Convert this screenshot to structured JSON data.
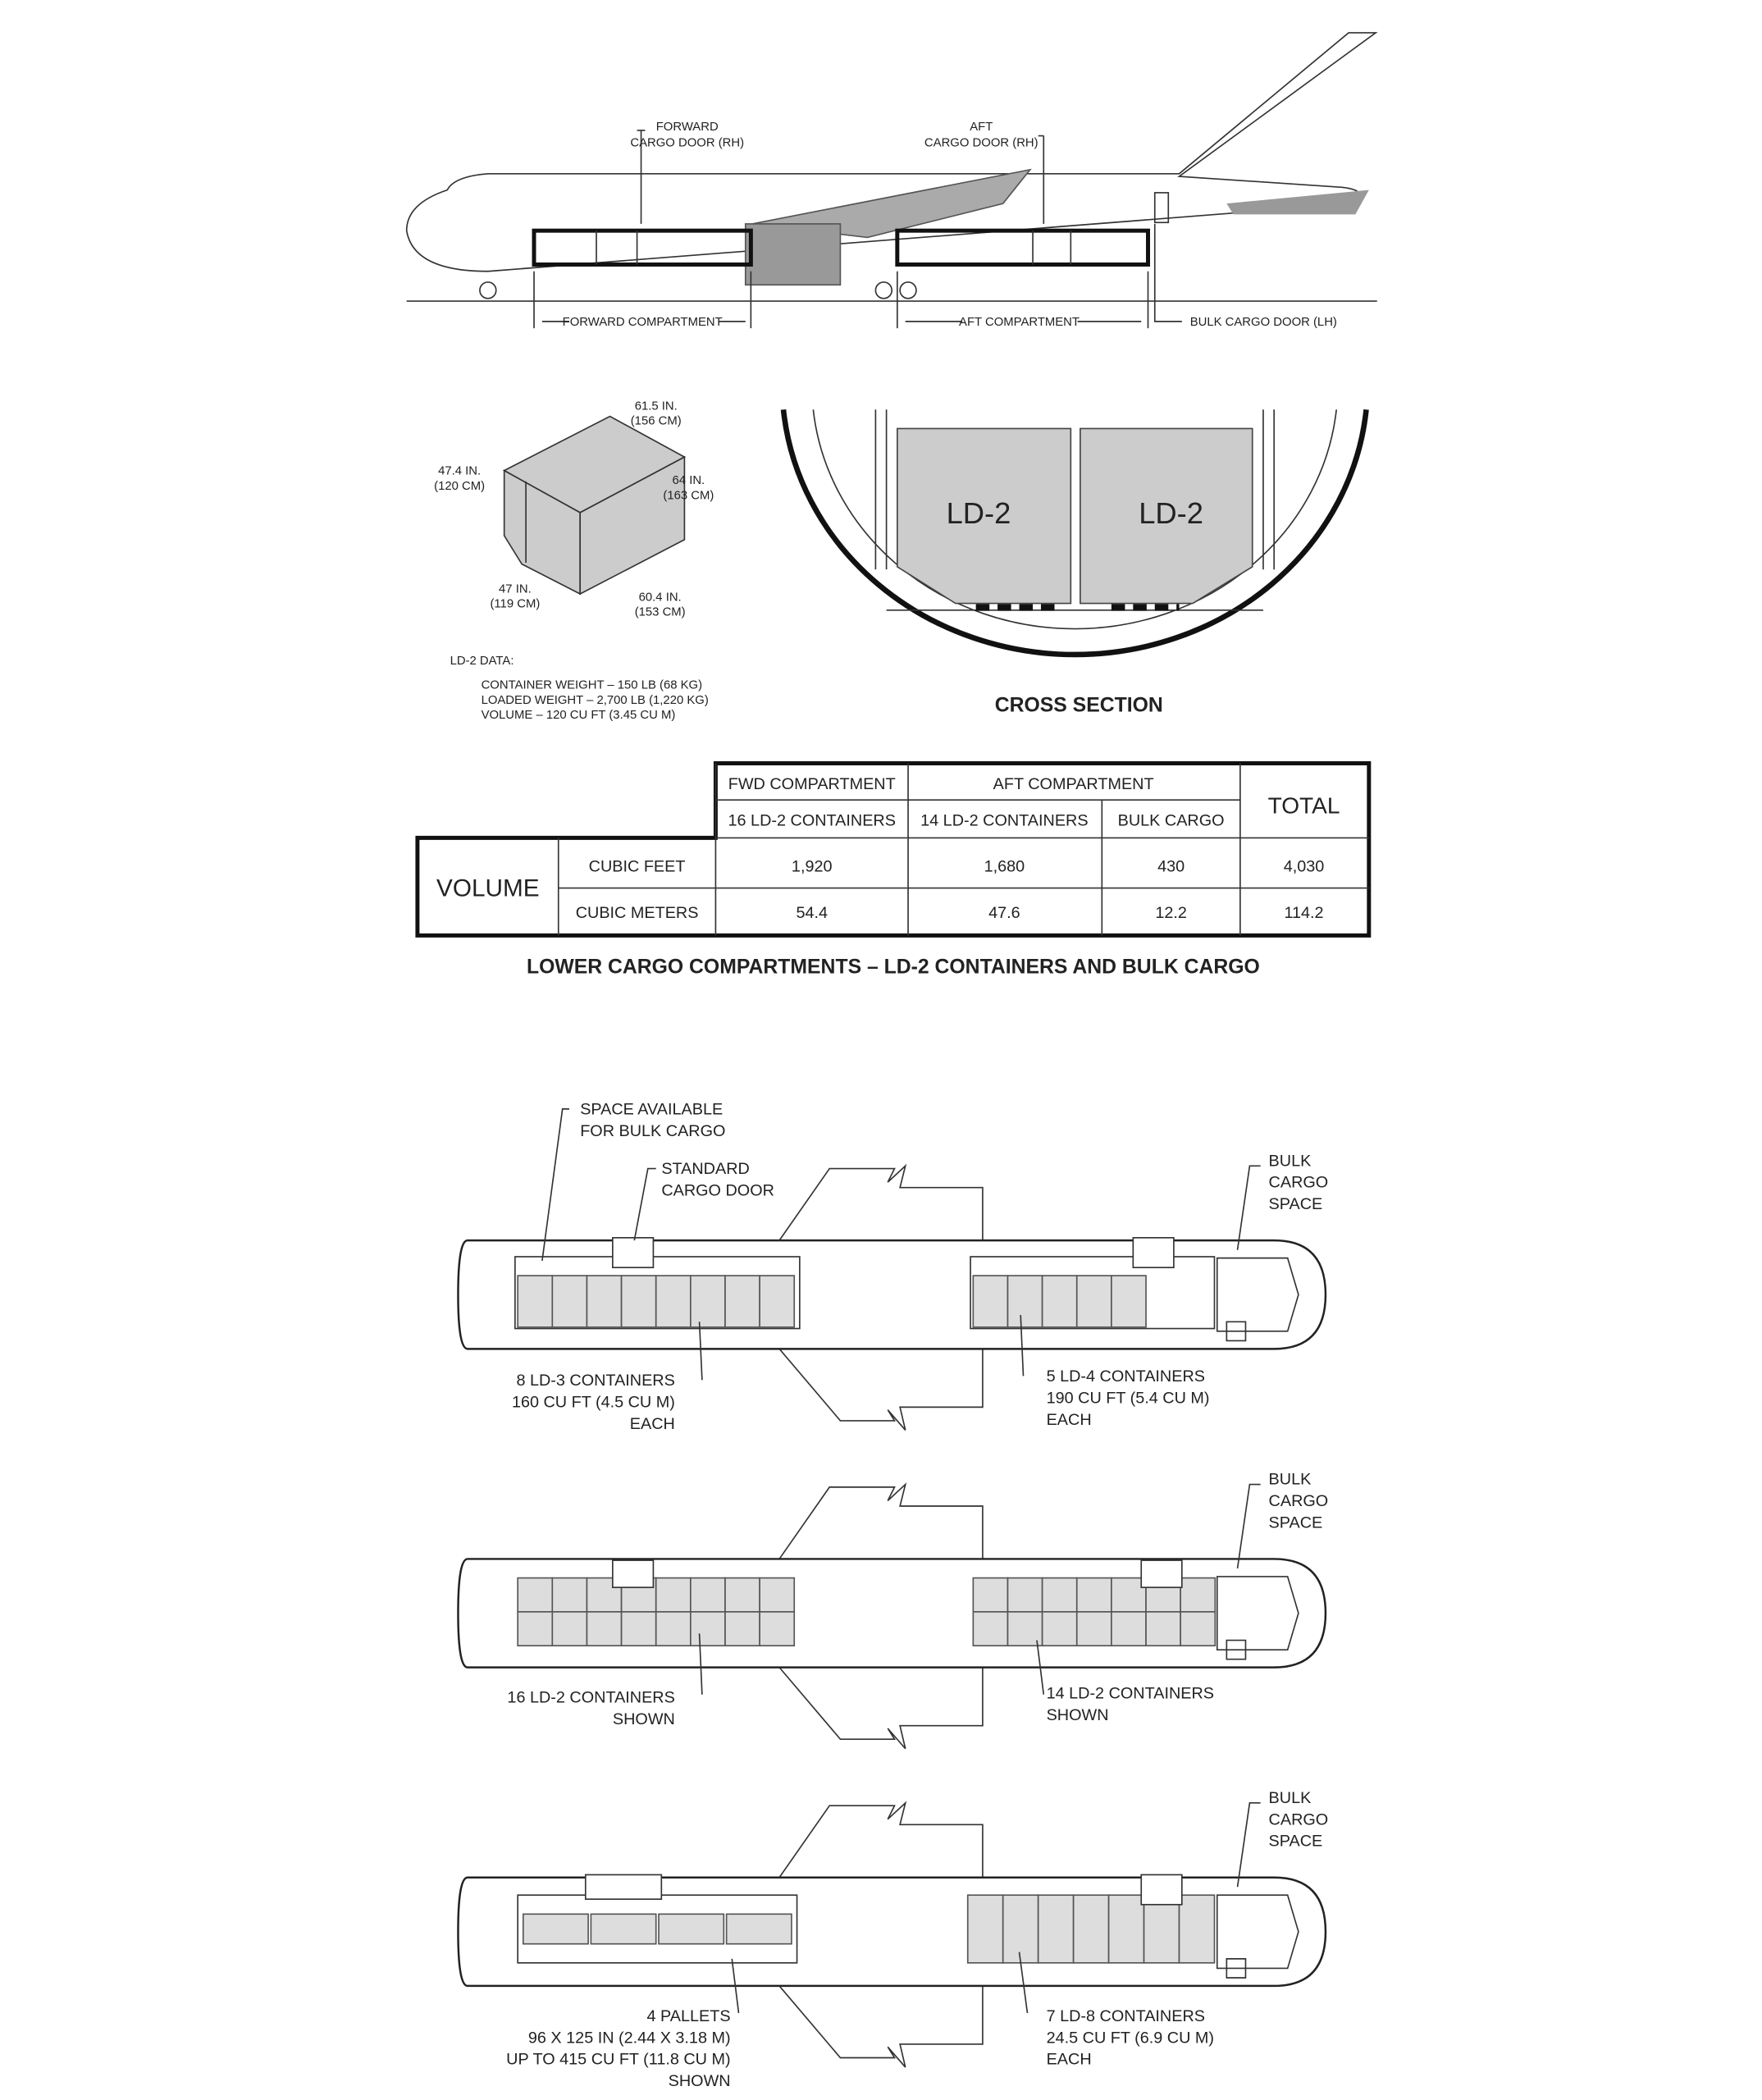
{
  "side_view": {
    "forward_cargo_door": [
      "FORWARD",
      "CARGO DOOR (RH)"
    ],
    "aft_cargo_door": [
      "AFT",
      "CARGO DOOR (RH)"
    ],
    "forward_compartment": "FORWARD COMPARTMENT",
    "aft_compartment": "AFT COMPARTMENT",
    "bulk_cargo_door": "BULK CARGO DOOR (LH)"
  },
  "container": {
    "dims": {
      "top": [
        "61.5 IN.",
        "(156 CM)"
      ],
      "left": [
        "47.4 IN.",
        "(120 CM)"
      ],
      "right": [
        "64 IN.",
        "(163 CM)"
      ],
      "bottom_left": [
        "47 IN.",
        "(119 CM)"
      ],
      "bottom_right": [
        "60.4 IN.",
        "(153 CM)"
      ]
    },
    "data_title": "LD-2 DATA:",
    "data_lines": [
      "CONTAINER WEIGHT – 150 LB (68 KG)",
      "LOADED WEIGHT  – 2,700 LB (1,220 KG)",
      "VOLUME – 120 CU FT (3.45 CU M)"
    ]
  },
  "cross_section": {
    "left_label": "LD-2",
    "right_label": "LD-2",
    "title": "CROSS SECTION"
  },
  "table": {
    "fwd_header": "FWD COMPARTMENT",
    "aft_header": "AFT COMPARTMENT",
    "total_header": "TOTAL",
    "sub_headers": [
      "16 LD-2 CONTAINERS",
      "14 LD-2 CONTAINERS",
      "BULK CARGO"
    ],
    "row_group": "VOLUME",
    "rows": [
      {
        "label": "CUBIC FEET",
        "values": [
          "1,920",
          "1,680",
          "430",
          "4,030"
        ]
      },
      {
        "label": "CUBIC METERS",
        "values": [
          "54.4",
          "47.6",
          "12.2",
          "114.2"
        ]
      }
    ],
    "caption": "LOWER CARGO COMPARTMENTS – LD-2 CONTAINERS AND BULK CARGO"
  },
  "plan1": {
    "bulk_space": [
      "SPACE AVAILABLE",
      "FOR BULK CARGO"
    ],
    "std_door": [
      "STANDARD",
      "CARGO DOOR"
    ],
    "bulk_cargo": [
      "BULK",
      "CARGO",
      "SPACE"
    ],
    "fwd_note": [
      "8 LD-3 CONTAINERS",
      "160 CU FT (4.5 CU M)",
      "EACH"
    ],
    "aft_note": [
      "5 LD-4 CONTAINERS",
      "190 CU FT (5.4 CU M)",
      "EACH"
    ]
  },
  "plan2": {
    "bulk_cargo": [
      "BULK",
      "CARGO",
      "SPACE"
    ],
    "fwd_note": [
      "16 LD-2 CONTAINERS",
      "SHOWN"
    ],
    "aft_note": [
      "14 LD-2 CONTAINERS",
      "SHOWN"
    ]
  },
  "plan3": {
    "bulk_cargo": [
      "BULK",
      "CARGO",
      "SPACE"
    ],
    "fwd_note": [
      "4 PALLETS",
      "96 X 125 IN (2.44 X 3.18 M)",
      "UP TO 415 CU FT (11.8 CU M)",
      "SHOWN"
    ],
    "aft_note": [
      "7 LD-8 CONTAINERS",
      "24.5 CU FT (6.9 CU M)",
      "EACH"
    ]
  }
}
